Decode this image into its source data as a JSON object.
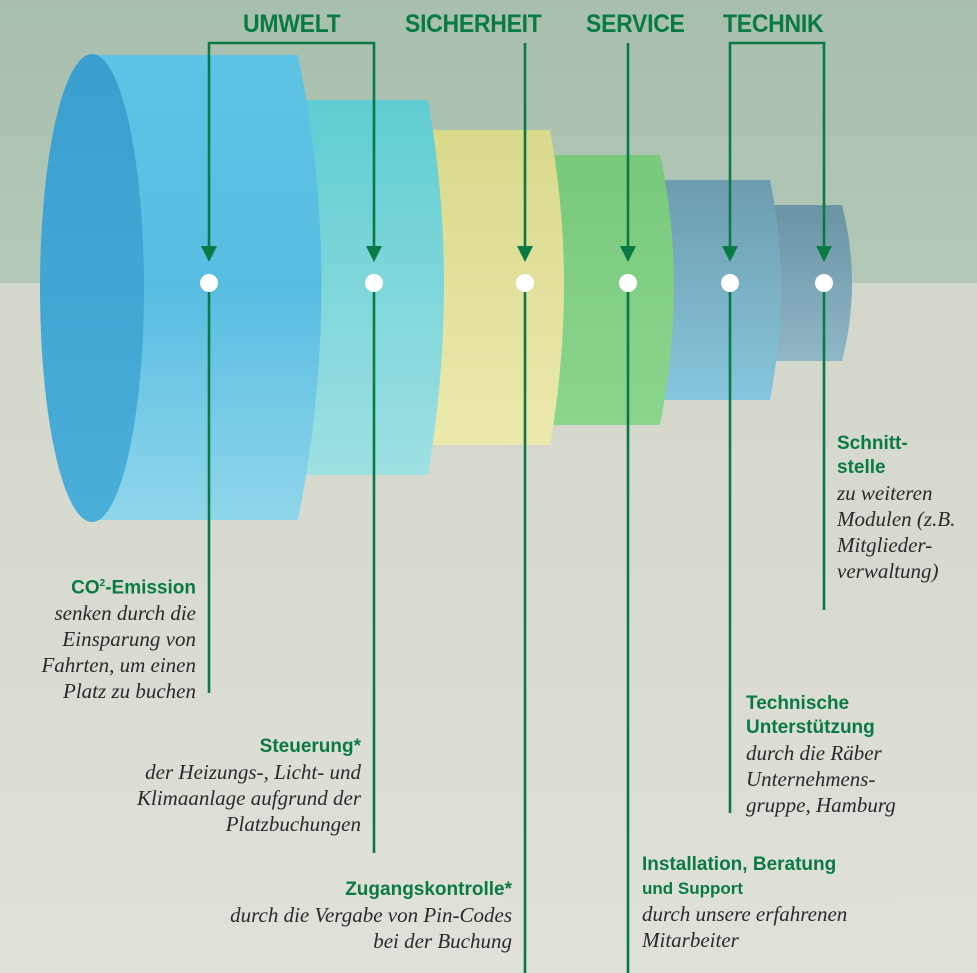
{
  "categories": [
    "UMWELT",
    "SICHERHEIT",
    "SERVICE",
    "TECHNIK"
  ],
  "items": [
    {
      "title": "CO",
      "title_sup": "2",
      "title_rest": "-Emission",
      "lines": [
        "senken durch die",
        "Einsparung von",
        "Fahrten, um einen",
        "Platz zu buchen"
      ]
    },
    {
      "title": "Steuerung*",
      "lines": [
        "der Heizungs-, Licht- und",
        "Klimaanlage aufgrund der",
        "Platzbuchungen"
      ]
    },
    {
      "title": "Zugangskontrolle*",
      "lines": [
        "durch die Vergabe von Pin-Codes",
        "bei der Buchung"
      ]
    },
    {
      "title_lines": [
        "Installation, Beratung",
        "und Support"
      ],
      "lines": [
        "durch unsere erfahrenen",
        "Mitarbeiter"
      ]
    },
    {
      "title_lines": [
        "Technische",
        "Unterstützung"
      ],
      "lines": [
        "durch die Räber",
        "Unternehmens-",
        "gruppe, Hamburg"
      ]
    },
    {
      "title_lines": [
        "Schnitt-",
        "stelle"
      ],
      "lines": [
        "zu weiteren",
        "Modulen (z.B.",
        "Mitglieder-",
        "verwaltung)"
      ]
    }
  ],
  "colors": {
    "accent_green": "#0a7a45",
    "band_blue": "#4fb5de",
    "band_teal": "#64cfd6",
    "band_yellow": "#e6e3a2",
    "band_green": "#7fd08a",
    "band_steel": "#7ab7d2",
    "band_slate": "#6f9cad"
  }
}
